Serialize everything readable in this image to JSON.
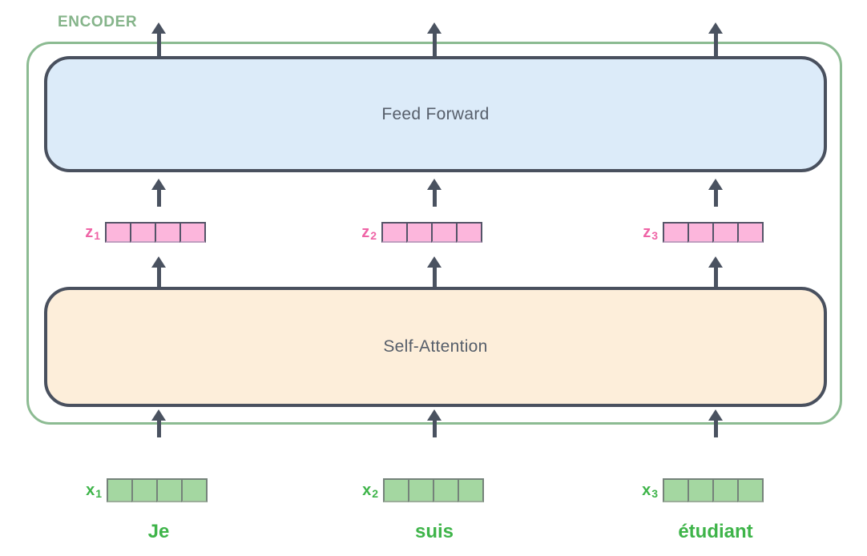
{
  "encoder": {
    "label": "ENCODER",
    "feed_forward": "Feed Forward",
    "self_attention": "Self-Attention"
  },
  "z_vectors": [
    {
      "base": "z",
      "sub": "1"
    },
    {
      "base": "z",
      "sub": "2"
    },
    {
      "base": "z",
      "sub": "3"
    }
  ],
  "x_vectors": [
    {
      "base": "x",
      "sub": "1"
    },
    {
      "base": "x",
      "sub": "2"
    },
    {
      "base": "x",
      "sub": "3"
    }
  ],
  "tokens": [
    "Je",
    "suis",
    "étudiant"
  ],
  "cells_per_vector": 4,
  "icons": {
    "up_arrow": "▲"
  },
  "colors": {
    "encoder_border": "#8cbb92",
    "encoder_label": "#85b48a",
    "box_border": "#49505e",
    "box_text": "#565e6a",
    "feed_forward_fill": "#dcebf9",
    "self_attention_fill": "#fdeeda",
    "arrow": "#4a5260",
    "z_cell_fill": "#fcb6dc",
    "z_cell_border": "#545468",
    "z_label": "#ef64a6",
    "x_cell_fill": "#a4d7a1",
    "x_cell_border": "#75827a",
    "x_label": "#3eb449"
  }
}
